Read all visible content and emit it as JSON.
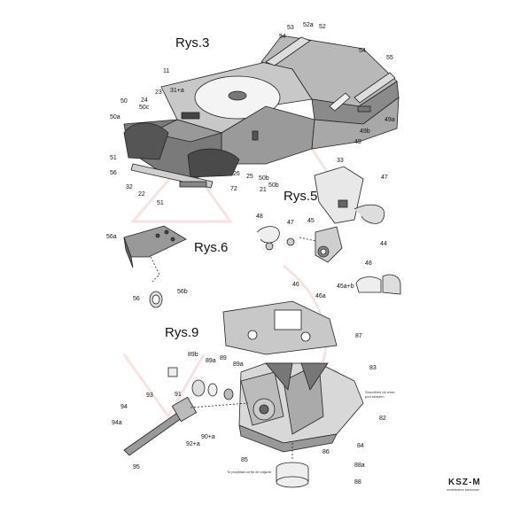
{
  "figures": [
    "Rys.3",
    "Rys.5",
    "Rys.6",
    "Rys.9"
  ],
  "labels": {
    "rys3": [
      "53",
      "52a",
      "52",
      "54",
      "54",
      "55",
      "11",
      "31+a",
      "23",
      "24",
      "50",
      "50c",
      "50a",
      "49a",
      "49b",
      "49",
      "51",
      "56",
      "26",
      "25",
      "50b",
      "32",
      "22",
      "72",
      "21",
      "50b",
      "51"
    ],
    "rys5": [
      "33",
      "47",
      "48",
      "47",
      "45",
      "44",
      "48",
      "46",
      "45a+b",
      "46a"
    ],
    "rys6": [
      "56a",
      "56b",
      "56"
    ],
    "rys9": [
      "87",
      "89b",
      "89a",
      "89",
      "89a",
      "83",
      "93",
      "91",
      "94",
      "94a",
      "82",
      "90+a",
      "92+a",
      "84",
      "86",
      "85",
      "95",
      "88a",
      "88"
    ]
  },
  "notes": [
    "Smoothed do wraz",
    "pod skosem",
    "To przykład od tło ze zdjęcia"
  ],
  "logo": {
    "text": "KSZ-M",
    "sub": "modelarstwo kartonowe"
  }
}
